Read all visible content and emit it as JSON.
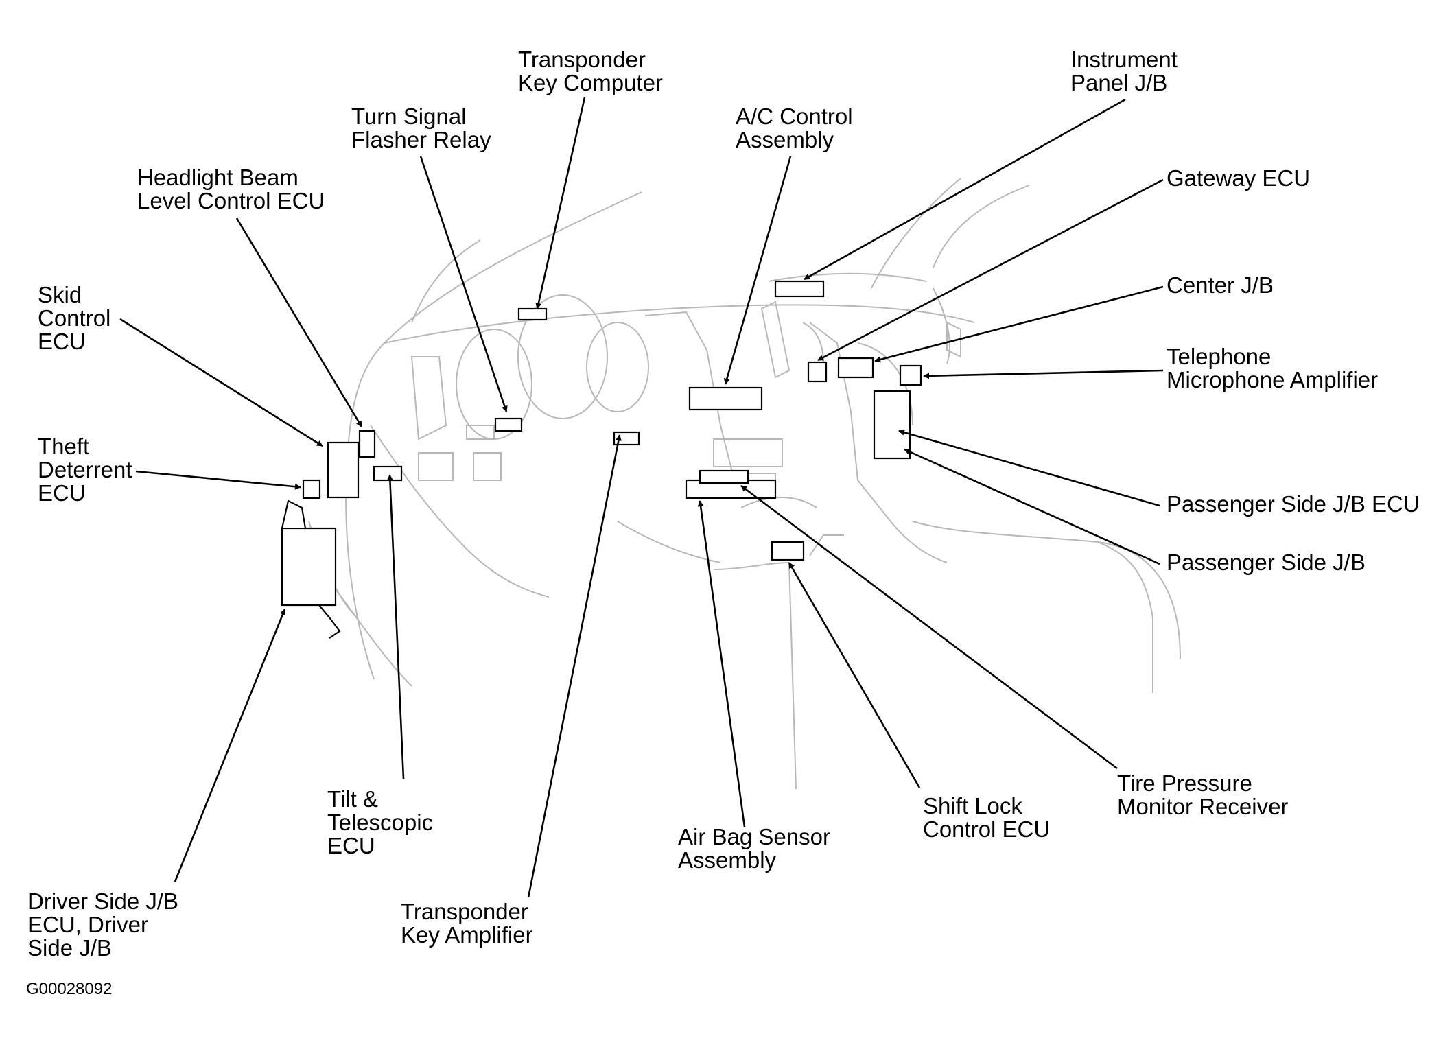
{
  "figure_id": "G00028092",
  "labels": {
    "transponder_key_computer": "Transponder\nKey Computer",
    "instrument_panel_jb": "Instrument\nPanel J/B",
    "turn_signal_flasher_relay": "Turn Signal\nFlasher Relay",
    "ac_control_assembly": "A/C Control\nAssembly",
    "headlight_beam_level_control_ecu": "Headlight Beam\nLevel Control ECU",
    "gateway_ecu": "Gateway ECU",
    "skid_control_ecu": "Skid\nControl\nECU",
    "center_jb": "Center J/B",
    "telephone_microphone_amplifier": "Telephone\nMicrophone Amplifier",
    "theft_deterrent_ecu": "Theft\nDeterrent\nECU",
    "passenger_side_jb_ecu": "Passenger Side J/B ECU",
    "passenger_side_jb": "Passenger Side J/B",
    "tire_pressure_monitor_receiver": "Tire Pressure\nMonitor Receiver",
    "tilt_telescopic_ecu": "Tilt &\nTelescopic\nECU",
    "shift_lock_control_ecu": "Shift Lock\nControl ECU",
    "air_bag_sensor_assembly": "Air Bag Sensor\nAssembly",
    "driver_side_jb": "Driver Side J/B\nECU, Driver\nSide J/B",
    "transponder_key_amplifier": "Transponder\nKey Amplifier"
  }
}
